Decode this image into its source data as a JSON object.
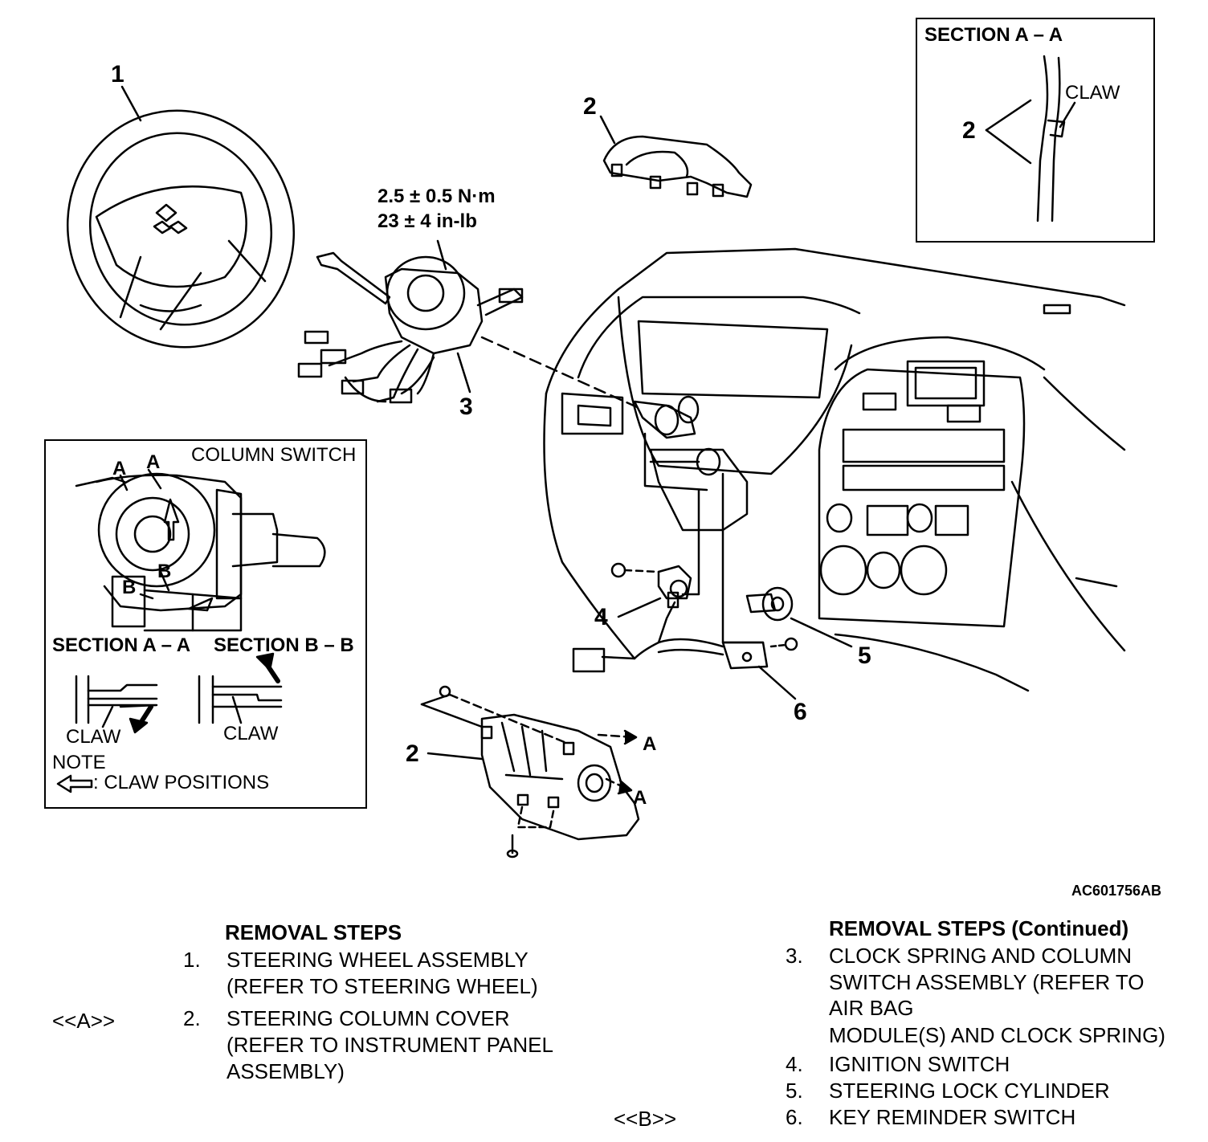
{
  "callouts": {
    "c1": "1",
    "c2_top": "2",
    "c3": "3",
    "c4": "4",
    "c5": "5",
    "c6": "6",
    "c2_bottom": "2"
  },
  "torque": {
    "metric": "2.5 ± 0.5 N·m",
    "imperial": "23 ± 4 in-lb"
  },
  "section_aa_inset": {
    "title": "SECTION A – A",
    "claw": "CLAW",
    "callout": "2"
  },
  "column_switch_inset": {
    "title": "COLUMN SWITCH",
    "mark_a1": "A",
    "mark_a2": "A",
    "mark_b1": "B",
    "mark_b2": "B",
    "section_aa": "SECTION A – A",
    "section_bb": "SECTION B – B",
    "claw_left": "CLAW",
    "claw_right": "CLAW",
    "note": "NOTE",
    "claw_positions": ": CLAW POSITIONS"
  },
  "cover_marks": {
    "a_upper": "A",
    "a_lower": "A"
  },
  "figure_code": "AC601756AB",
  "removal_steps": {
    "heading": "REMOVAL STEPS",
    "s1_num": "1.",
    "s1_line1": "STEERING WHEEL ASSEMBLY",
    "s1_line2": "(REFER TO STEERING  WHEEL)",
    "s2_ref": "<<A>>",
    "s2_num": "2.",
    "s2_line1": "STEERING COLUMN COVER",
    "s2_line2": "(REFER TO INSTRUMENT PANEL",
    "s2_line3": " ASSEMBLY)"
  },
  "removal_steps_continued": {
    "heading": "REMOVAL STEPS (Continued)",
    "s3_num": "3.",
    "s3_line1": "CLOCK SPRING AND COLUMN",
    "s3_line2": "SWITCH ASSEMBLY (REFER TO",
    "s3_line3": "AIR BAG",
    "s3_line4": "MODULE(S) AND CLOCK SPRING)",
    "s4_num": "4.",
    "s4_text": "IGNITION SWITCH",
    "s5_num": "5.",
    "s5_text": "STEERING LOCK CYLINDER",
    "s6_ref": "<<B>>",
    "s6_num": "6.",
    "s6_text": "KEY REMINDER SWITCH"
  }
}
